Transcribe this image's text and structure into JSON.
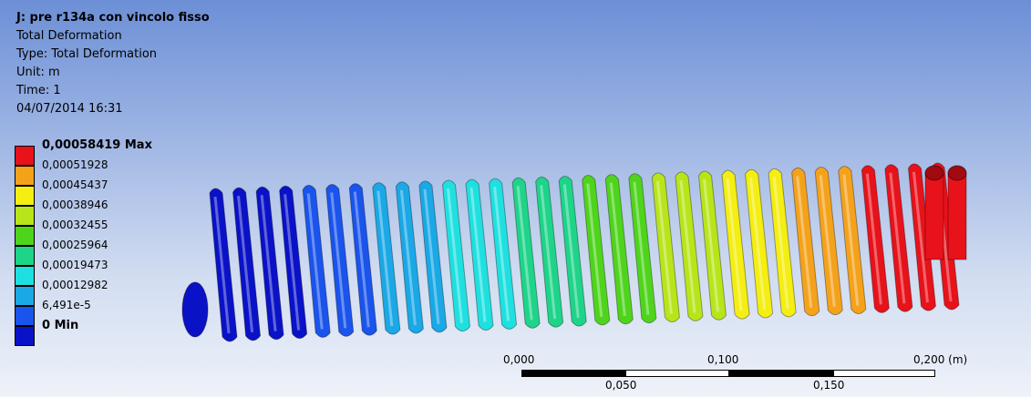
{
  "header": {
    "title": "J: pre r134a con vincolo fisso",
    "result_name": "Total Deformation",
    "type_line": "Type: Total Deformation",
    "unit_line": "Unit: m",
    "time_line": "Time: 1",
    "timestamp": "04/07/2014 16:31"
  },
  "legend": {
    "entries": [
      {
        "label": "0,00058419 Max",
        "color": "#e8121a"
      },
      {
        "label": "0,00051928",
        "color": "#f5a21b"
      },
      {
        "label": "0,00045437",
        "color": "#f4ee12"
      },
      {
        "label": "0,00038946",
        "color": "#b8e51a"
      },
      {
        "label": "0,00032455",
        "color": "#4fd41c"
      },
      {
        "label": "0,00025964",
        "color": "#1ed489"
      },
      {
        "label": "0,00019473",
        "color": "#1fe0e0"
      },
      {
        "label": "0,00012982",
        "color": "#1aa8e6"
      },
      {
        "label": "6,491e-5",
        "color": "#1a54ec"
      },
      {
        "label": "0 Min",
        "color": "#0a12c8"
      }
    ]
  },
  "scale_bar": {
    "top_labels": [
      "0,000",
      "0,100",
      "0,200 (m)"
    ],
    "bottom_labels": [
      "0,050",
      "0,150"
    ]
  }
}
